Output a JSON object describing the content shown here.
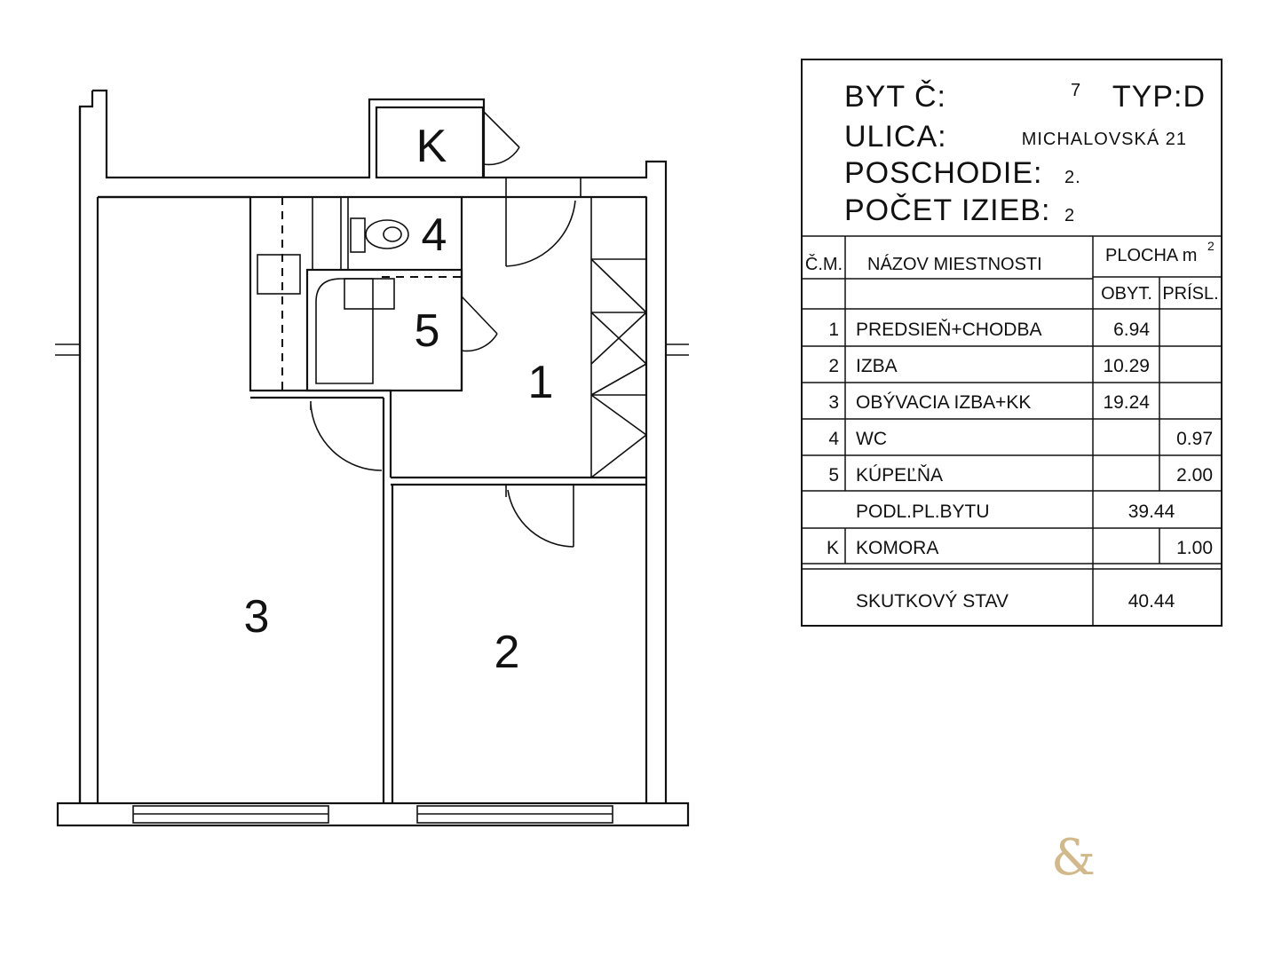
{
  "header": {
    "byt_label": "BYT Č:",
    "byt_value": "7",
    "typ": "TYP:D",
    "ulica_label": "ULICA:",
    "ulica_value": "MICHALOVSKÁ 21",
    "poschodie_label": "POSCHODIE:",
    "poschodie_value": "2.",
    "pocet_label": "POČET IZIEB:",
    "pocet_value": "2"
  },
  "table": {
    "col_cm": "Č.M.",
    "col_name": "NÁZOV MIESTNOSTI",
    "col_area": "PLOCHA m",
    "col_area_sup": "2",
    "col_obyt": "OBYT.",
    "col_prisl": "PRÍSL.",
    "rows": [
      {
        "no": "1",
        "name": "PREDSIEŇ+CHODBA",
        "obyt": "6.94",
        "prisl": ""
      },
      {
        "no": "2",
        "name": "IZBA",
        "obyt": "10.29",
        "prisl": ""
      },
      {
        "no": "3",
        "name": "OBÝVACIA IZBA+KK",
        "obyt": "19.24",
        "prisl": ""
      },
      {
        "no": "4",
        "name": "WC",
        "obyt": "",
        "prisl": "0.97"
      },
      {
        "no": "5",
        "name": "KÚPEĽŇA",
        "obyt": "",
        "prisl": "2.00"
      }
    ],
    "subtotal_label": "PODL.PL.BYTU",
    "subtotal_value": "39.44",
    "extra": {
      "no": "K",
      "name": "KOMORA",
      "obyt": "",
      "prisl": "1.00"
    },
    "total_label": "SKUTKOVÝ STAV",
    "total_value": "40.44"
  },
  "plan": {
    "room_1": "1",
    "room_2": "2",
    "room_3": "3",
    "room_4": "4",
    "room_5": "5",
    "room_k": "K"
  },
  "logo_mark": "&",
  "colors": {
    "line": "#111111",
    "logo": "#d2b98c",
    "background": "#ffffff"
  }
}
